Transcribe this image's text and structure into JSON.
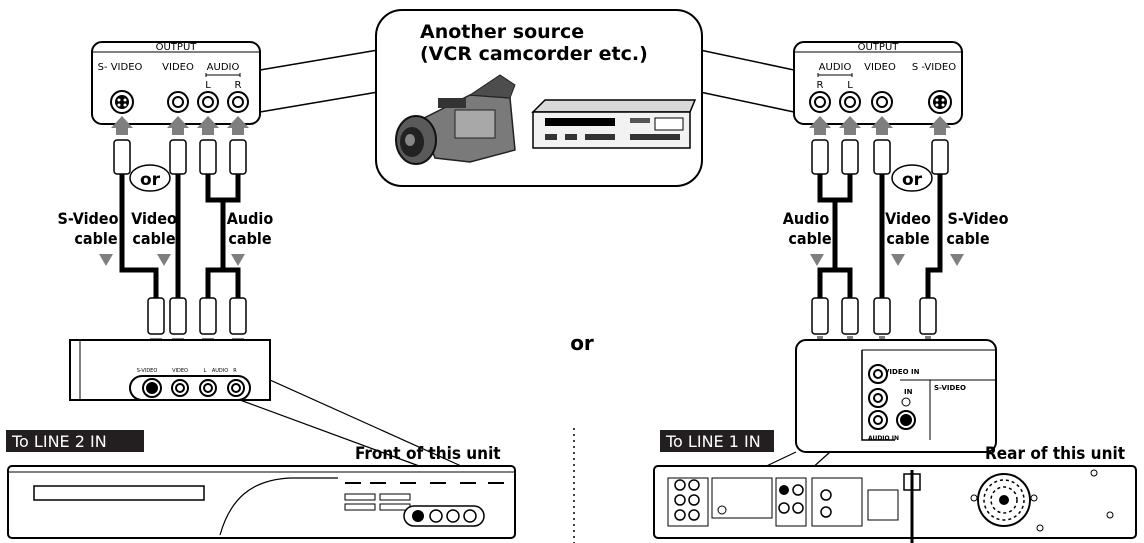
{
  "source_callout": {
    "title_line1": "Another source",
    "title_line2": "(VCR camcorder etc.)"
  },
  "left_output": {
    "header": "OUTPUT",
    "labels": [
      "S- VIDEO",
      "VIDEO",
      "AUDIO"
    ],
    "audio_lr": [
      "L",
      "R"
    ]
  },
  "right_output": {
    "header": "OUTPUT",
    "labels": [
      "AUDIO",
      "VIDEO",
      "S -VIDEO"
    ],
    "audio_rl": [
      "R",
      "L"
    ]
  },
  "or_badge": "or",
  "center_or": "or",
  "left_cables": {
    "svideo": [
      "S-Video",
      "cable"
    ],
    "video": [
      "Video",
      "cable"
    ],
    "audio": [
      "Audio",
      "cable"
    ]
  },
  "right_cables": {
    "audio": [
      "Audio",
      "cable"
    ],
    "video": [
      "Video",
      "cable"
    ],
    "svideo": [
      "S-Video",
      "cable"
    ]
  },
  "front_panel": {
    "labels": [
      "S-VIDEO",
      "VIDEO",
      "L",
      "AUDIO",
      "R"
    ]
  },
  "rear_panel": {
    "video_in": "VIDEO IN",
    "in": "IN",
    "svideo": "S-VIDEO",
    "audio_in": "AUDIO IN"
  },
  "line2_tag": "To LINE 2 IN",
  "line1_tag": "To LINE 1 IN",
  "front_caption": "Front of this unit",
  "rear_caption": "Rear of this unit",
  "colors": {
    "arrow": "#7f7f7f",
    "ink": "#000000",
    "tag_bg": "#231f20"
  }
}
